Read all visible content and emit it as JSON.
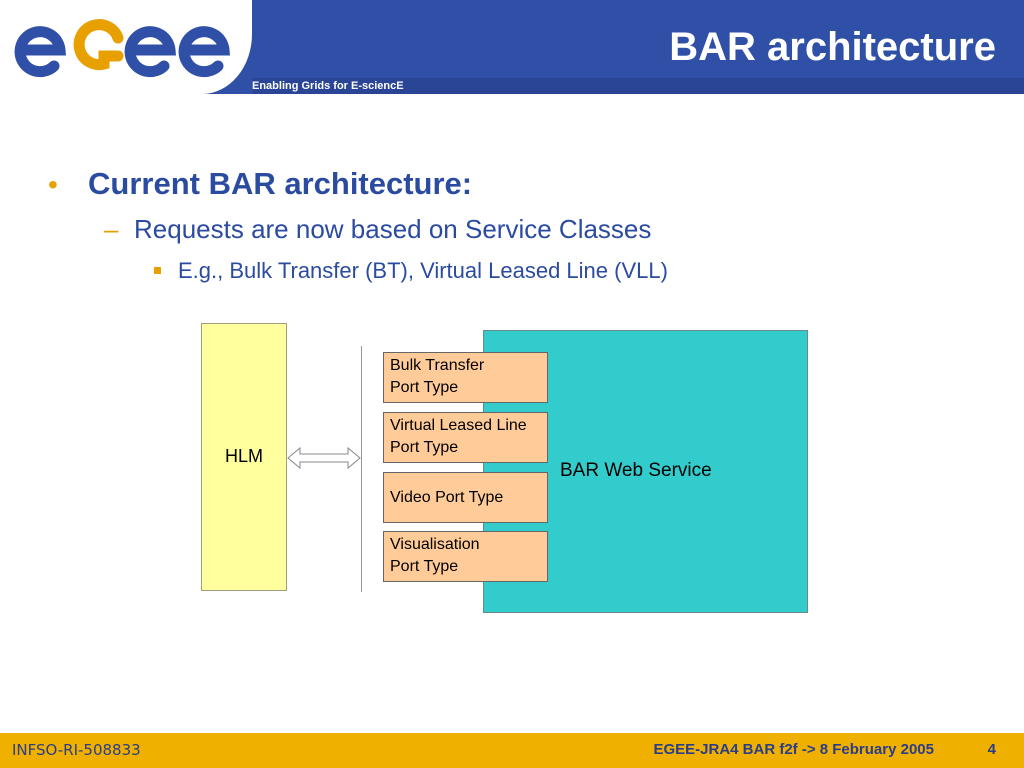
{
  "header": {
    "logo_text": "egee",
    "tagline": "Enabling Grids for E-sciencE",
    "title": "BAR architecture"
  },
  "content": {
    "bullet1": "Current BAR architecture:",
    "bullet2": "Requests are now based on Service Classes",
    "bullet3": "E.g., Bulk Transfer (BT), Virtual Leased Line (VLL)"
  },
  "diagram": {
    "hlm_label": "HLM",
    "service_label": "BAR Web Service",
    "ports": [
      {
        "line1": "Bulk Transfer",
        "line2": "Port Type"
      },
      {
        "line1": "Virtual Leased Line",
        "line2": "Port Type"
      },
      {
        "line1": "Video Port Type",
        "line2": ""
      },
      {
        "line1": "Visualisation",
        "line2": "Port Type"
      }
    ],
    "colors": {
      "hlm_fill": "#ffff9e",
      "service_fill": "#33cccc",
      "port_fill": "#ffcc99"
    }
  },
  "footer": {
    "left": "INFSO-RI-508833",
    "center": "EGEE-JRA4 BAR f2f -> 8 February 2005",
    "page": "4"
  },
  "colors": {
    "header_blue": "#3050a8",
    "footer_gold": "#f0b000",
    "text_blue": "#2a4ba0",
    "bullet_orange": "#e8a000"
  }
}
